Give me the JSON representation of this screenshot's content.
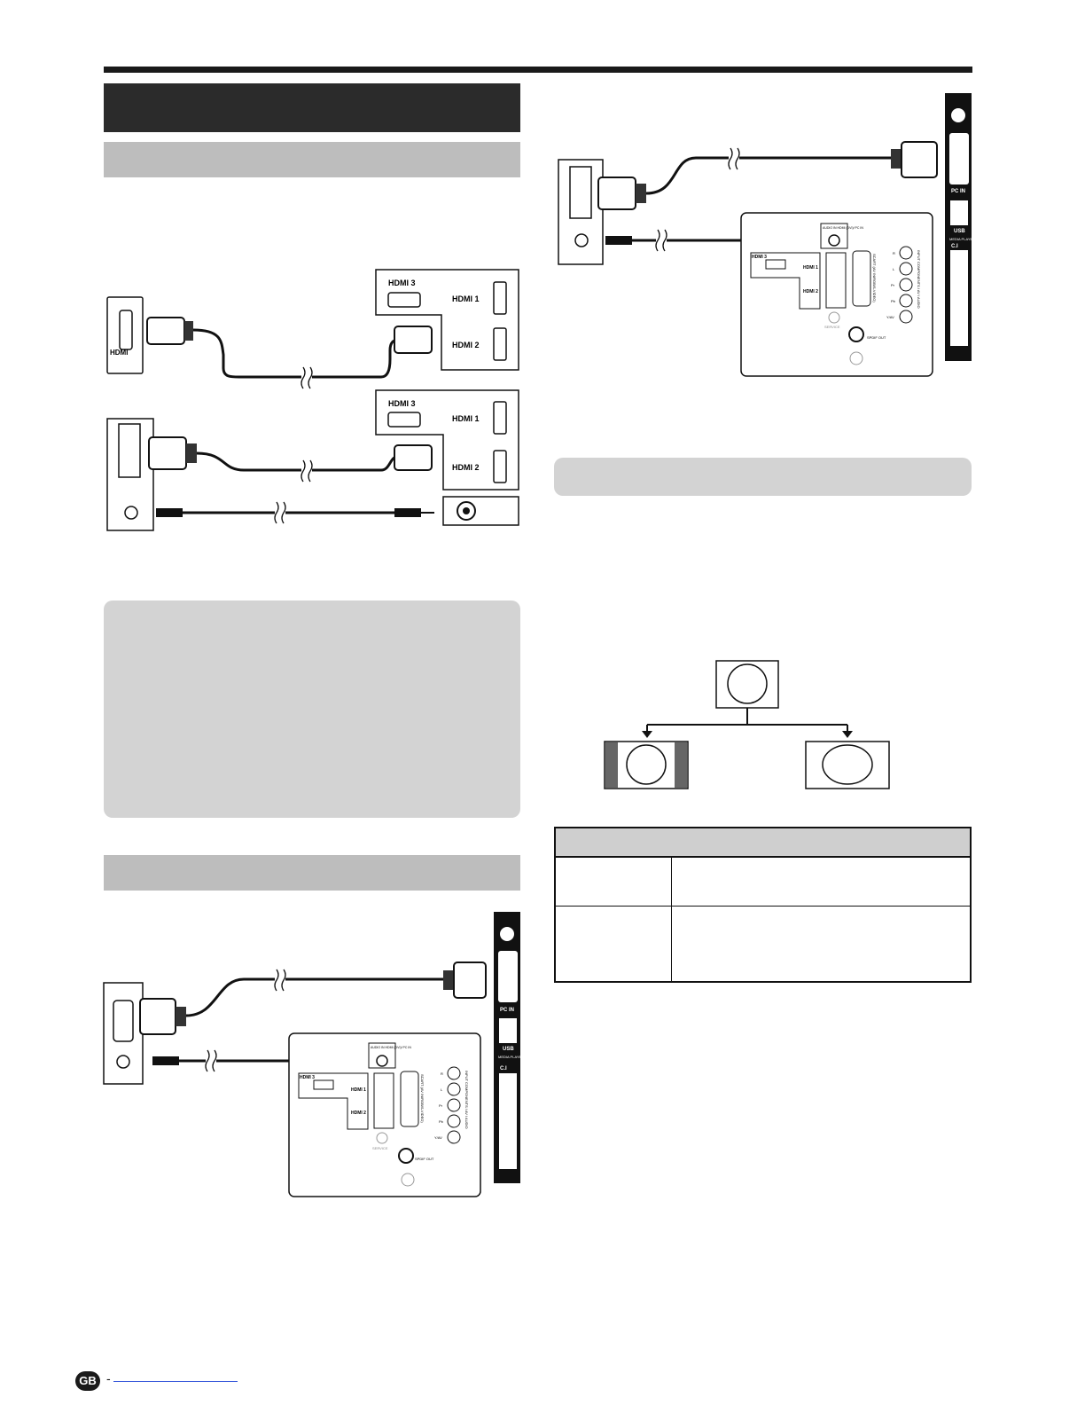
{
  "labels": {
    "hdmi": "HDMI",
    "hdmi1": "HDMI 1",
    "hdmi2": "HDMI 2",
    "hdmi3": "HDMI 3",
    "pc_in": "PC IN",
    "usb": "USB",
    "usb_sub": "MEDIA PLAYER",
    "ci": "C.I",
    "audio_in": "AUDIO IN HDMI (DVI)/ PC IN",
    "scart": "SCART (AV IN/RGB/S-VIDEO)",
    "components": "INPUT COMPONENTS / AV / AUDIO",
    "spdif": "SPDIF OUT",
    "service": "SERVICE",
    "jack_r": "R",
    "jack_l": "L",
    "jack_pr": "Pr",
    "jack_pb": "Pb",
    "jack_yav": "Y/AV"
  },
  "footer": {
    "region": "GB",
    "dash": "-"
  }
}
